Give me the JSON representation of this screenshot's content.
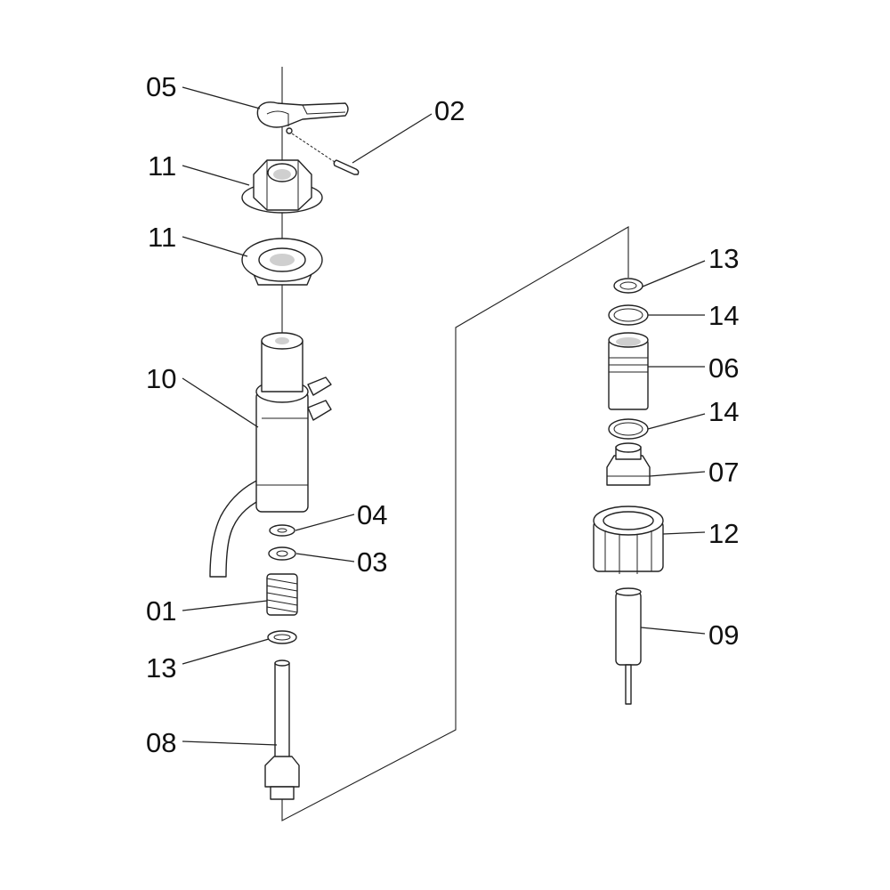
{
  "diagram": {
    "labels": {
      "p05": "05",
      "p02": "02",
      "p11a": "11",
      "p11b": "11",
      "p10": "10",
      "p04": "04",
      "p03": "03",
      "p01": "01",
      "p13a": "13",
      "p08": "08",
      "p13b": "13",
      "p14a": "14",
      "p06": "06",
      "p14b": "14",
      "p07": "07",
      "p12": "12",
      "p09": "09"
    }
  }
}
